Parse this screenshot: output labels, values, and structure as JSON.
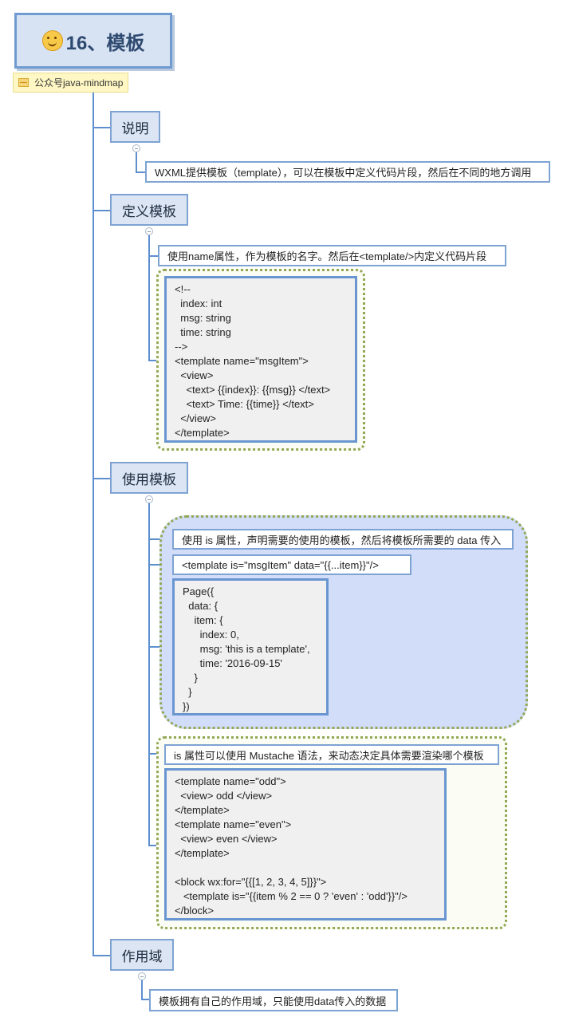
{
  "root": {
    "title": "16、模板",
    "icon": "smile-emoji-icon"
  },
  "tag": {
    "text": "公众号java-mindmap",
    "icon": "note-icon"
  },
  "sections": [
    {
      "title": "说明",
      "notes": [
        "WXML提供模板（template），可以在模板中定义代码片段，然后在不同的地方调用"
      ]
    },
    {
      "title": "定义模板",
      "notes": [
        "使用name属性，作为模板的名字。然后在<template/>内定义代码片段"
      ],
      "code": "<!--\n  index: int\n  msg: string\n  time: string\n-->\n<template name=\"msgItem\">\n  <view>\n    <text> {{index}}: {{msg}} </text>\n    <text> Time: {{time}} </text>\n  </view>\n</template>"
    },
    {
      "title": "使用模板",
      "notes": [
        "使用 is 属性，声明需要的使用的模板，然后将模板所需要的 data 传入",
        "<template is=\"msgItem\" data=\"{{...item}}\"/>",
        "is 属性可以使用 Mustache 语法，来动态决定具体需要渲染哪个模板"
      ],
      "code1": "Page({\n  data: {\n    item: {\n      index: 0,\n      msg: 'this is a template',\n      time: '2016-09-15'\n    }\n  }\n})",
      "code2": "<template name=\"odd\">\n  <view> odd </view>\n</template>\n<template name=\"even\">\n  <view> even </view>\n</template>\n\n<block wx:for=\"{{[1, 2, 3, 4, 5]}}\">\n   <template is=\"{{item % 2 == 0 ? 'even' : 'odd'}}\"/>\n</block>"
    },
    {
      "title": "作用域",
      "notes": [
        "模板拥有自己的作用域，只能使用data传入的数据"
      ]
    }
  ],
  "colors": {
    "topic_fill": "#dbe5f3",
    "border": "#7ea3d3",
    "line": "#5d8fd0",
    "cloud": "#d2ddf9",
    "dots": "#93a855"
  }
}
